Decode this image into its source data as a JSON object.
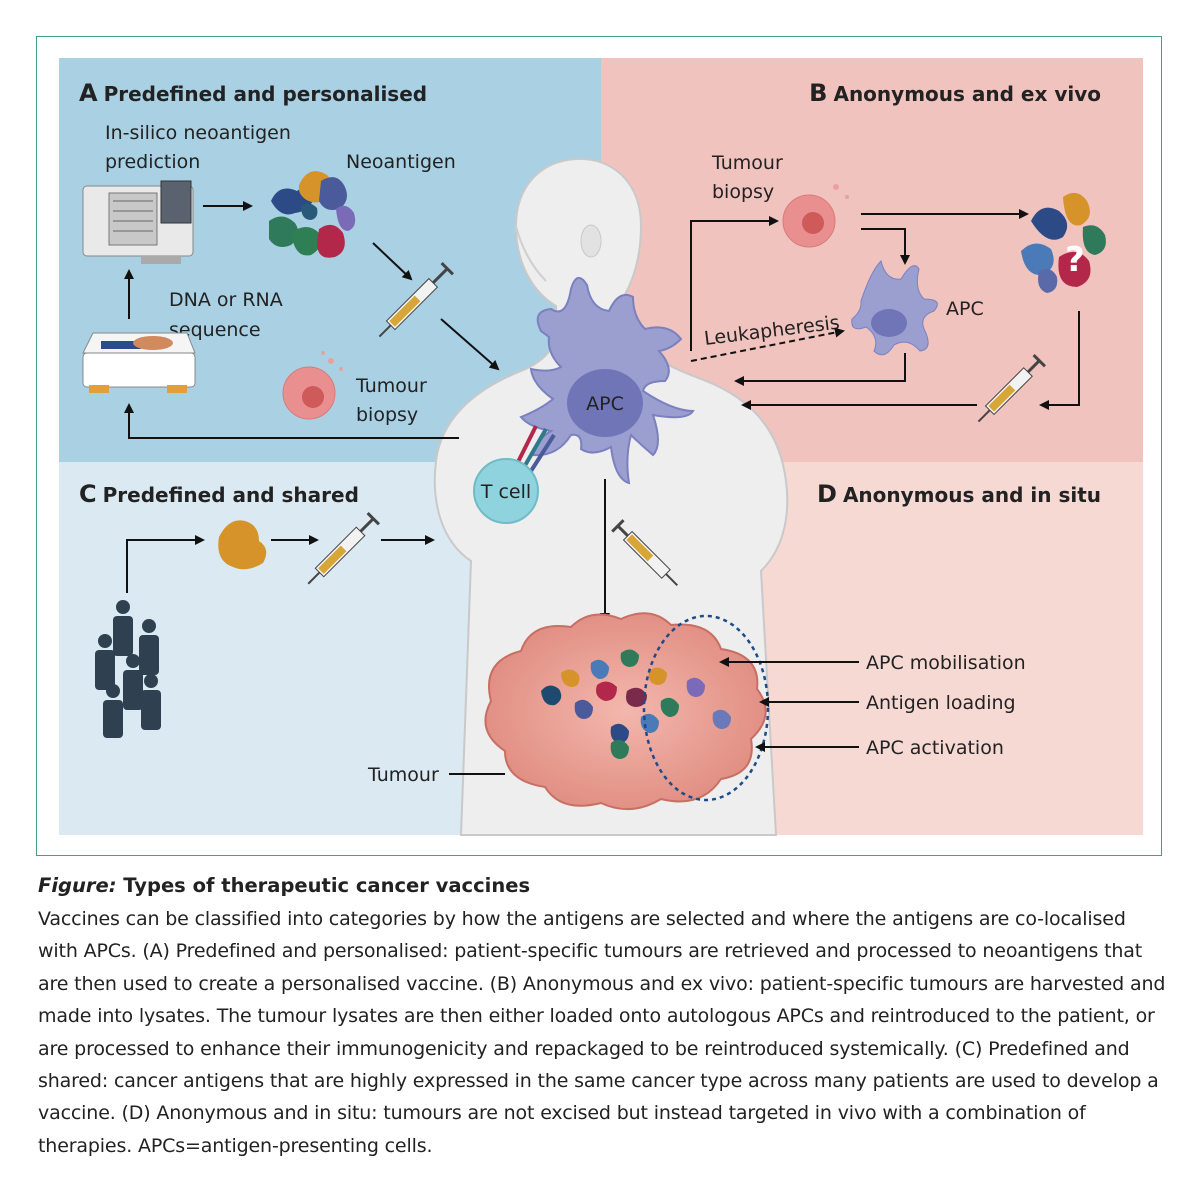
{
  "panels": {
    "a": {
      "letter": "A",
      "title": "Predefined and personalised"
    },
    "b": {
      "letter": "B",
      "title": "Anonymous and ex vivo"
    },
    "c": {
      "letter": "C",
      "title": "Predefined and shared"
    },
    "d": {
      "letter": "D",
      "title": "Anonymous and in situ"
    }
  },
  "labels": {
    "insilico_line1": "In-silico neoantigen",
    "insilico_line2": "prediction",
    "neoantigen": "Neoantigen",
    "dna_line1": "DNA or RNA",
    "dna_line2": "sequence",
    "tumour_biopsy_a_line1": "Tumour",
    "tumour_biopsy_a_line2": "biopsy",
    "tumour_biopsy_b_line1": "Tumour",
    "tumour_biopsy_b_line2": "biopsy",
    "apc_b": "APC",
    "leukapheresis": "Leukapheresis",
    "apc_center": "APC",
    "t_cell": "T cell",
    "question_mark": "?",
    "apc_mobilisation": "APC mobilisation",
    "antigen_loading": "Antigen loading",
    "apc_activation": "APC activation",
    "tumour": "Tumour"
  },
  "colors": {
    "panel_a": "#a9d0e3",
    "panel_b": "#f0c3be",
    "panel_c": "#dae9f2",
    "panel_d": "#f7d9d4",
    "body": "#eeeeee",
    "apc": "#9a9fd0",
    "apc_nucleus": "#7075b8",
    "t_cell": "#8ed3dd",
    "tumour": "#e8998d",
    "dashed_circle": "#1d4a8a"
  },
  "caption": {
    "figure_label": "Figure:",
    "title": "Types of therapeutic cancer vaccines",
    "body": "Vaccines can be classified into categories by how the antigens are selected and where the antigens are co-localised with APCs. (A) Predefined and personalised: patient-specific tumours are retrieved and processed to neoantigens that are then used to create a personalised vaccine. (B) Anonymous and ex vivo: patient-specific tumours are harvested and made into lysates. The tumour lysates are then either loaded onto autologous APCs and reintroduced to the patient, or are processed to enhance their immunogenicity and repackaged to be reintroduced systemically. (C) Predefined and shared: cancer antigens that are highly expressed in the same cancer type across many patients are used to develop a vaccine. (D) Anonymous and in situ: tumours are not excised but instead targeted in vivo with a combination of therapies. APCs=antigen-presenting cells."
  }
}
